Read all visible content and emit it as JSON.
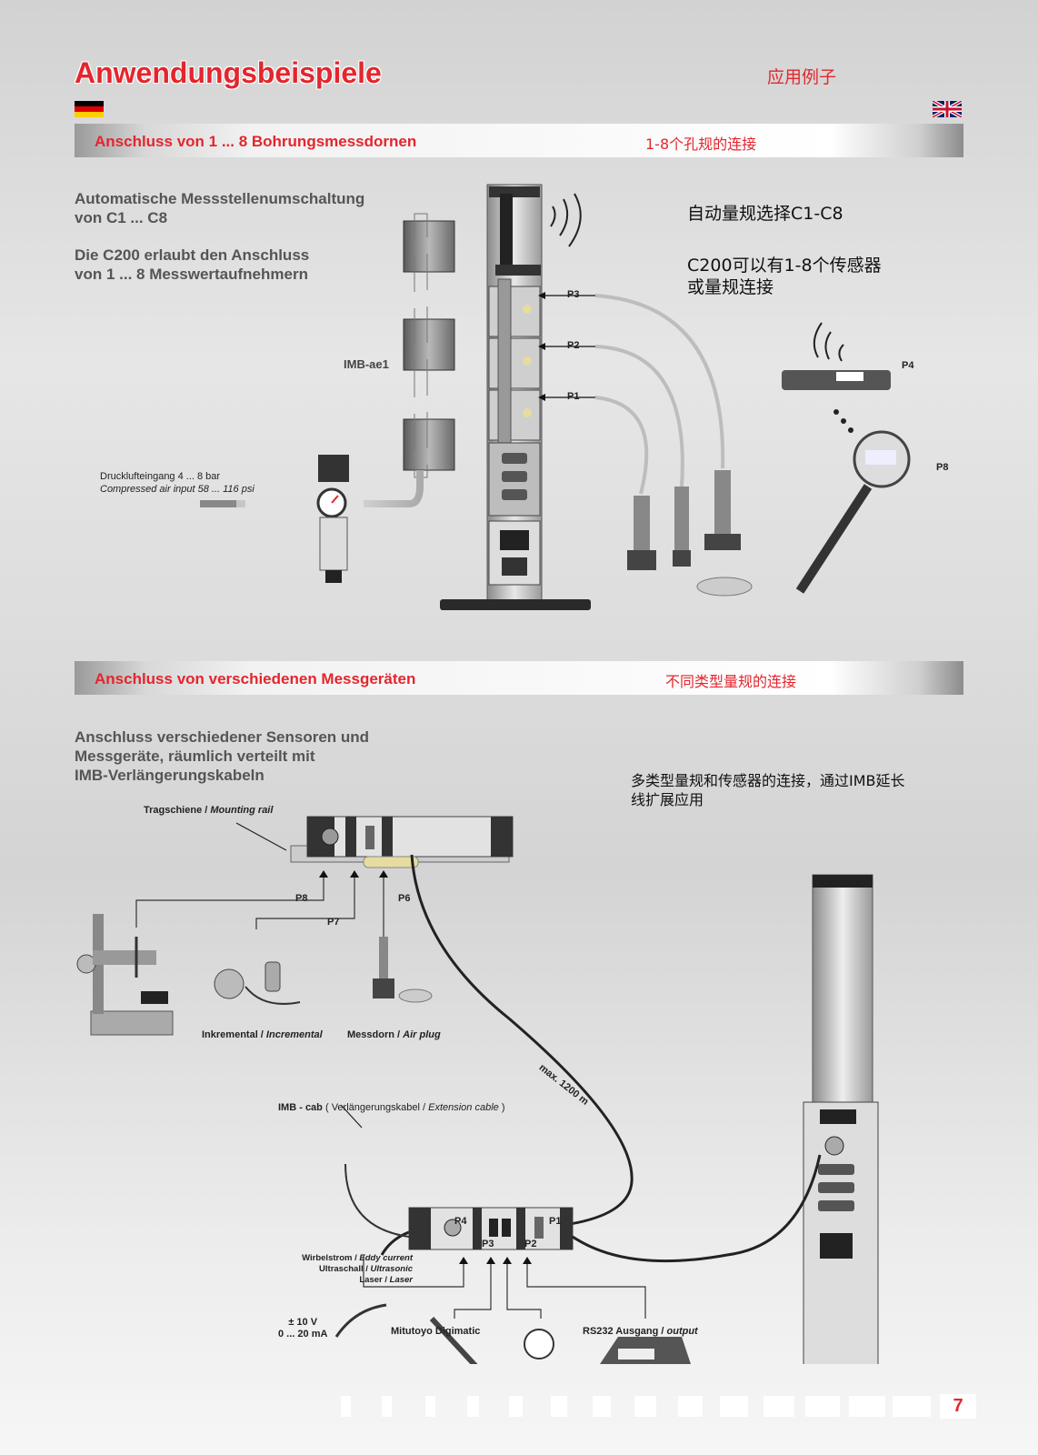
{
  "header": {
    "title": "Anwendungsbeispiele",
    "title_cn": "应用例子",
    "accent_color": "#e3262d"
  },
  "section1": {
    "band_title": "Anschluss von 1 ... 8 Bohrungsmessdornen",
    "band_title_cn": "1-8个孔规的连接",
    "para1_line1": "Automatische Messstellenumschaltung",
    "para1_line2": "von C1 ... C8",
    "para2_line1": "Die C200 erlaubt den Anschluss",
    "para2_line2": "von 1 ... 8 Messwertaufnehmern",
    "cn1": "自动量规选择C1-C8",
    "cn2_line1": "C200可以有1-8个传感器",
    "cn2_line2": "或量规连接",
    "imb_label": "IMB-ae1",
    "air_label_de": "Drucklufteingang 4 ... 8 bar",
    "air_label_en": "Compressed air input 58 ... 116 psi",
    "ports": [
      "P3",
      "P2",
      "P1"
    ],
    "p4": "P4",
    "p8": "P8"
  },
  "section2": {
    "band_title": "Anschluss von verschiedenen Messgeräten",
    "band_title_cn": "不同类型量规的连接",
    "para_line1": "Anschluss verschiedener Sensoren und",
    "para_line2": "Messgeräte, räumlich verteilt mit",
    "para_line3": "IMB-Verlängerungskabeln",
    "cn_line1": "多类型量规和传感器的连接，通过IMB延长",
    "cn_line2": "线扩展应用",
    "rail_de": "Tragschiene",
    "rail_en": "Mounting rail",
    "p8": "P8",
    "p7": "P7",
    "p6": "P6",
    "inc_de": "Inkremental",
    "inc_en": "Incremental",
    "air_de": "Messdorn",
    "air_en": "Air plug",
    "max_cable": "max. 1200 m",
    "cab_bold": "IMB - cab",
    "cab_de": "Verlängerungskabel",
    "cab_en": "Extension cable",
    "p4": "P4",
    "p3": "P3",
    "p2": "P2",
    "p1": "P1",
    "eddy_de": "Wirbelstrom",
    "eddy_en": "Eddy current",
    "ultra_de": "Ultraschall",
    "ultra_en": "Ultrasonic",
    "laser_de": "Laser",
    "laser_en": "Laser",
    "volt": "± 10 V",
    "amp": "0 ... 20 mA",
    "mitutoyo": "Mitutoyo Digimatic",
    "rs232_de": "RS232 Ausgang",
    "rs232_en": "output"
  },
  "footer": {
    "page_number": "7"
  }
}
